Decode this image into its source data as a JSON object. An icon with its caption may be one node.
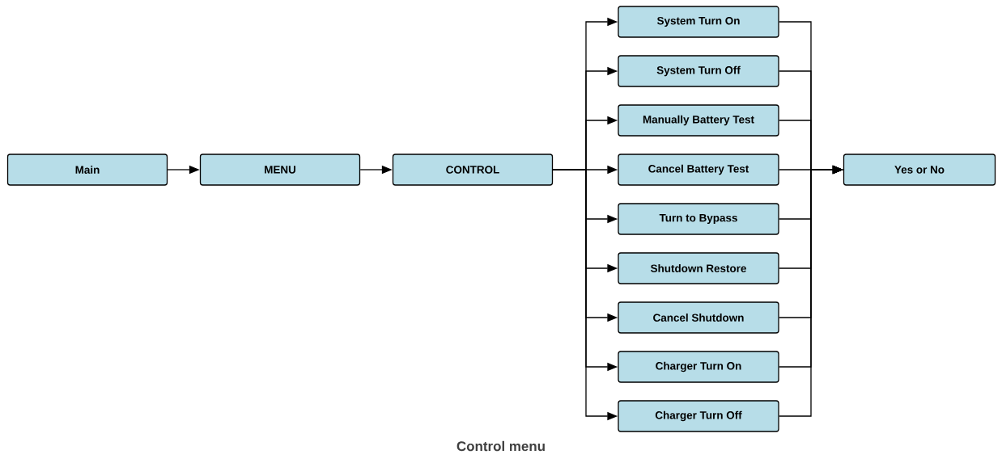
{
  "diagram": {
    "caption": "Control menu",
    "nodes": [
      {
        "text": [
          "Main"
        ]
      },
      {
        "text": [
          "MENU"
        ]
      },
      {
        "text": [
          "CONTROL"
        ]
      },
      {
        "text": [
          "System Turn On"
        ]
      },
      {
        "text": [
          "System Turn Off"
        ]
      },
      {
        "text": [
          "Manually Battery Test"
        ]
      },
      {
        "text": [
          "Cancel Battery Test"
        ]
      },
      {
        "text": [
          "Turn to Bypass"
        ]
      },
      {
        "text": [
          "Shutdown Restore"
        ]
      },
      {
        "text": [
          "Cancel Shutdown"
        ]
      },
      {
        "text": [
          "Charger Turn On"
        ]
      },
      {
        "text": [
          "Charger Turn Off"
        ]
      },
      {
        "text": [
          "Yes or No"
        ]
      }
    ],
    "edges": [
      {
        "from": 0,
        "to": 1,
        "arrow": "to"
      },
      {
        "from": 1,
        "to": 2,
        "arrow": "to"
      },
      {
        "from": 2,
        "to": 3,
        "arrow": "to"
      },
      {
        "from": 2,
        "to": 4,
        "arrow": "to"
      },
      {
        "from": 2,
        "to": 5,
        "arrow": "to"
      },
      {
        "from": 2,
        "to": 6,
        "arrow": "to"
      },
      {
        "from": 2,
        "to": 7,
        "arrow": "to"
      },
      {
        "from": 2,
        "to": 8,
        "arrow": "to"
      },
      {
        "from": 2,
        "to": 9,
        "arrow": "to"
      },
      {
        "from": 2,
        "to": 10,
        "arrow": "to"
      },
      {
        "from": 2,
        "to": 11,
        "arrow": "to"
      },
      {
        "from": 3,
        "to": 12,
        "arrow": "to"
      },
      {
        "from": 4,
        "to": 12,
        "arrow": "to"
      },
      {
        "from": 5,
        "to": 12,
        "arrow": "to"
      },
      {
        "from": 6,
        "to": 12,
        "arrow": "to"
      },
      {
        "from": 7,
        "to": 12,
        "arrow": "to"
      },
      {
        "from": 8,
        "to": 12,
        "arrow": "to"
      },
      {
        "from": 9,
        "to": 12,
        "arrow": "to"
      },
      {
        "from": 10,
        "to": 12,
        "arrow": "to"
      },
      {
        "from": 11,
        "to": 12,
        "arrow": "to"
      }
    ]
  }
}
